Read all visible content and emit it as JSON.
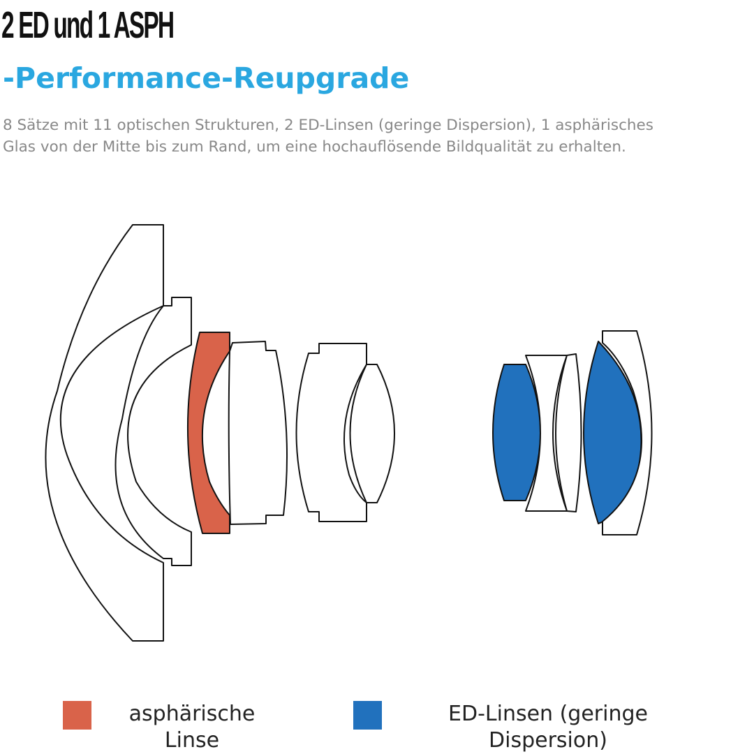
{
  "header": {
    "title": "2 ED und 1 ASPH",
    "subtitle": "-Performance-Reupgrade",
    "description_line1": "8 Sätze mit 11 optischen Strukturen, 2 ED-Linsen (geringe Dispersion), 1 asphärisches",
    "description_line2": "Glas von der Mitte bis zum Rand, um eine hochauflösende Bildqualität zu erhalten."
  },
  "colors": {
    "aspherical": "#d9634a",
    "ed": "#2171bd",
    "outline": "#111111",
    "accent": "#2aa7e0"
  },
  "legend": [
    {
      "name": "aspherical",
      "label_line1": "asphärische",
      "label_line2": "Linse"
    },
    {
      "name": "ed",
      "label_line1": "ED-Linsen (geringe",
      "label_line2": "Dispersion)"
    }
  ]
}
